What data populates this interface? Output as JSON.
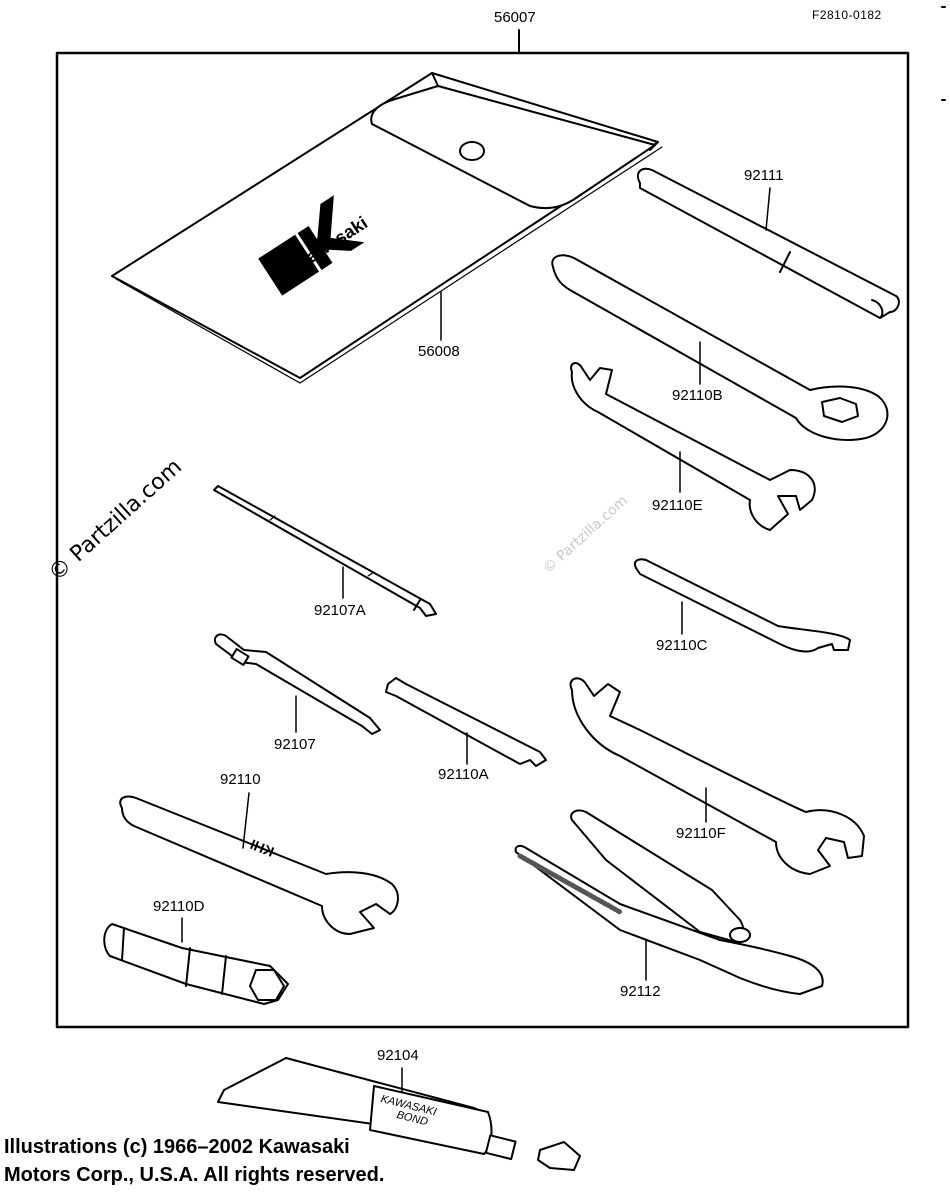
{
  "diagram": {
    "code": "F2810-0182",
    "watermark": "© Partzilla.com",
    "watermark_faint": "© Partzilla.com",
    "logo_text": "Kawasaki",
    "bond_tube_text_1": "KAWASAKI",
    "bond_tube_text_2": "BOND",
    "wrench_stamp": "KHI",
    "parts": {
      "p56007": "56007",
      "p56008": "56008",
      "p92111": "92111",
      "p92110B": "92110B",
      "p92110E": "92110E",
      "p92107A": "92107A",
      "p92110C": "92110C",
      "p92107": "92107",
      "p92110A": "92110A",
      "p92110": "92110",
      "p92110F": "92110F",
      "p92110D": "92110D",
      "p92112": "92112",
      "p92104": "92104"
    },
    "copyright_line1": "Illustrations (c) 1966–2002 Kawasaki",
    "copyright_line2": "Motors Corp., U.S.A.  All rights reserved."
  }
}
